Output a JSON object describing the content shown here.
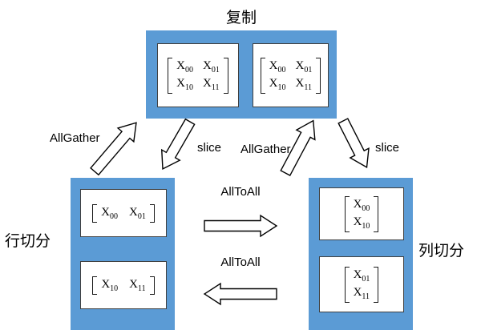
{
  "colors": {
    "panel_blue": "#5b9bd5",
    "box_border": "#404040",
    "arrow_fill": "#ffffff",
    "arrow_stroke": "#000000"
  },
  "replicated": {
    "label": "复制",
    "box1": {
      "rows": [
        [
          {
            "base": "X",
            "sub": "00"
          },
          {
            "base": "X",
            "sub": "01"
          }
        ],
        [
          {
            "base": "X",
            "sub": "10"
          },
          {
            "base": "X",
            "sub": "11"
          }
        ]
      ]
    },
    "box2": {
      "rows": [
        [
          {
            "base": "X",
            "sub": "00"
          },
          {
            "base": "X",
            "sub": "01"
          }
        ],
        [
          {
            "base": "X",
            "sub": "10"
          },
          {
            "base": "X",
            "sub": "11"
          }
        ]
      ]
    }
  },
  "row_split": {
    "label": "行切分",
    "box1": {
      "cells": [
        {
          "base": "X",
          "sub": "00"
        },
        {
          "base": "X",
          "sub": "01"
        }
      ]
    },
    "box2": {
      "cells": [
        {
          "base": "X",
          "sub": "10"
        },
        {
          "base": "X",
          "sub": "11"
        }
      ]
    }
  },
  "col_split": {
    "label": "列切分",
    "box1": {
      "cells": [
        {
          "base": "X",
          "sub": "00"
        },
        {
          "base": "X",
          "sub": "10"
        }
      ]
    },
    "box2": {
      "cells": [
        {
          "base": "X",
          "sub": "01"
        },
        {
          "base": "X",
          "sub": "11"
        }
      ]
    }
  },
  "arrows": {
    "allgather_left": "AllGather",
    "slice_left": "slice",
    "allgather_right": "AllGather",
    "slice_right": "slice",
    "alltoall_top": "AllToAll",
    "alltoall_bottom": "AllToAll"
  }
}
